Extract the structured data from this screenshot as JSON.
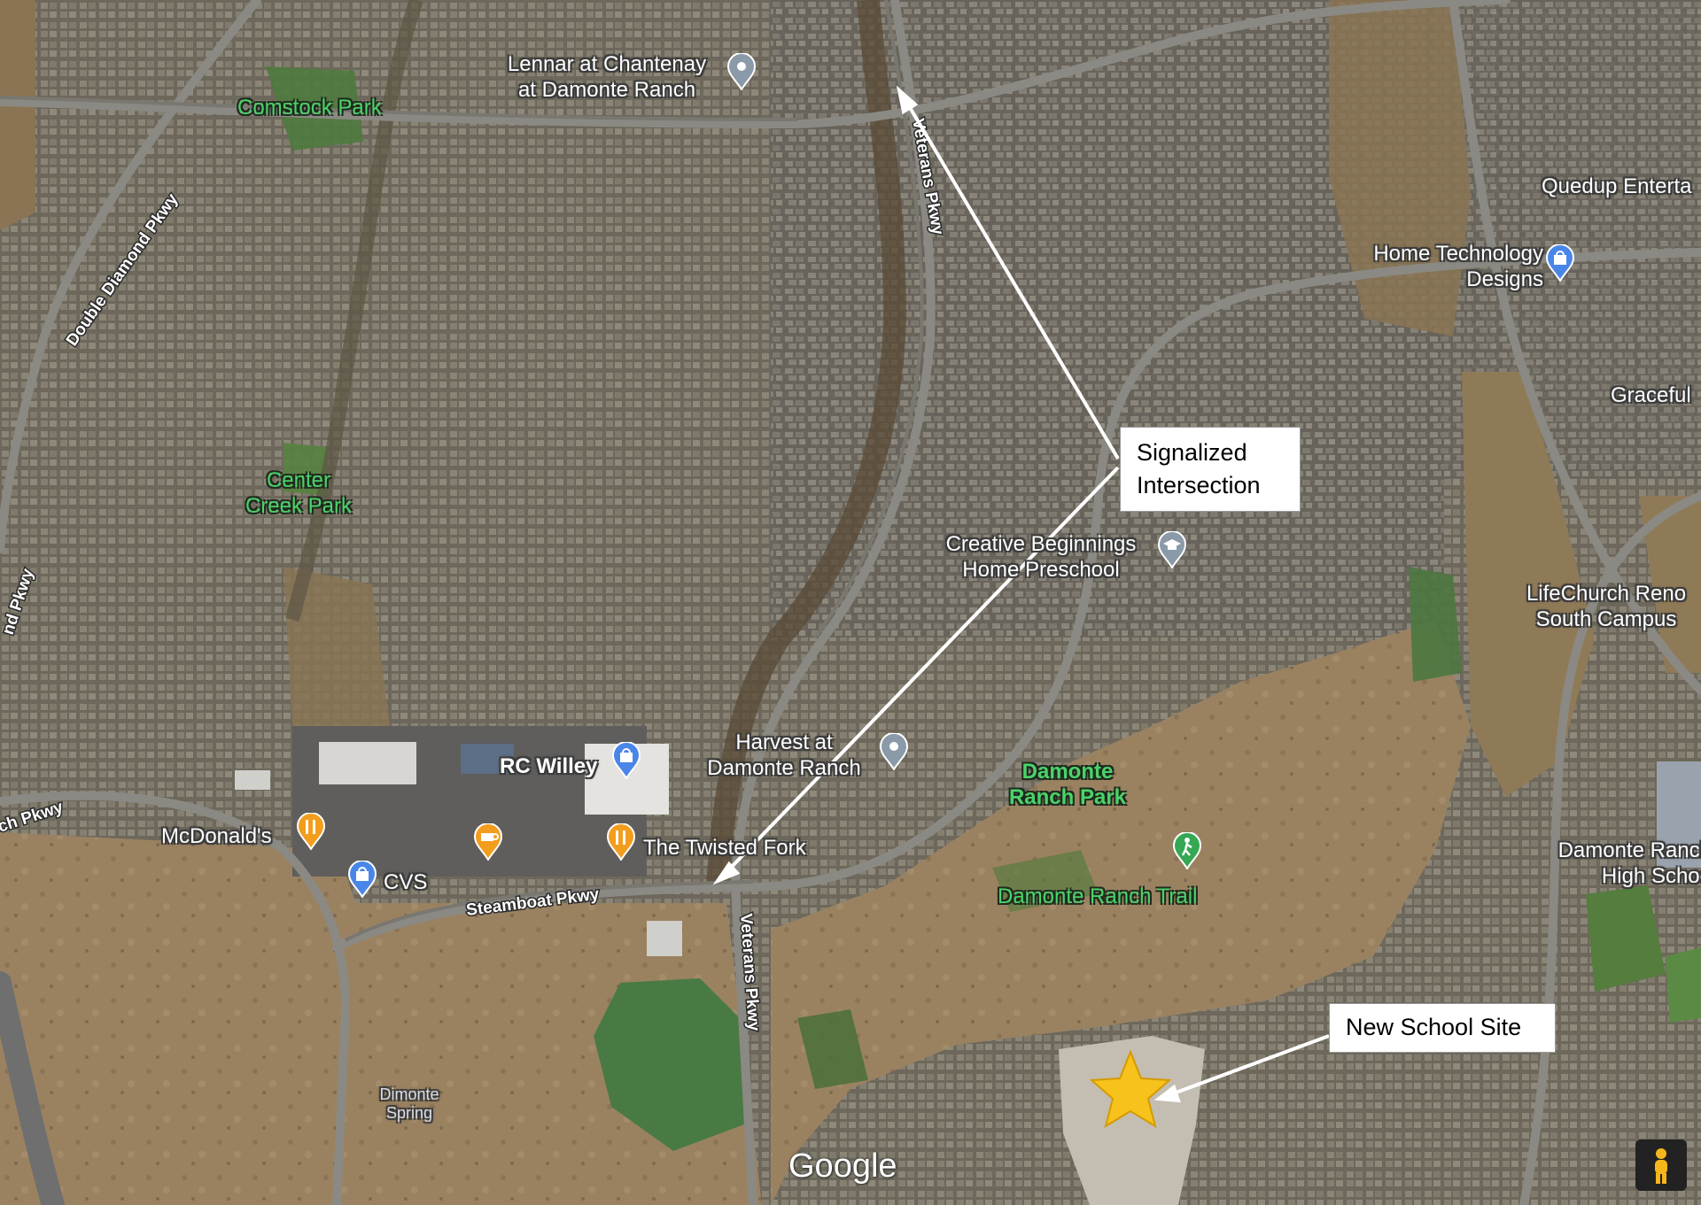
{
  "map": {
    "roads": {
      "double_diamond": "Double Diamond Pkwy",
      "veterans_north": "Veterans Pkwy",
      "veterans_south": "Veterans Pkwy",
      "steamboat": "Steamboat Pkwy",
      "left_edge_1": "nd Pkwy",
      "left_edge_2": "ch Pkwy"
    },
    "places": {
      "lennar": "Lennar at Chantenay\nat Damonte Ranch",
      "quedup": "Quedup Enterta",
      "home_tech": "Home Technology\nDesigns",
      "graceful": "Graceful",
      "creative": "Creative Beginnings\nHome Preschool",
      "lifechurch": "LifeChurch Reno\nSouth Campus",
      "harvest": "Harvest at\nDamonte Ranch",
      "rc_willey": "RC Willey",
      "mcdonalds": "McDonald's",
      "cvs": "CVS",
      "twisted_fork": "The Twisted Fork",
      "damonte_high": "Damonte Ranch\nHigh Schoo",
      "dimonte_spring": "Dimonte\nSpring"
    },
    "parks": {
      "comstock": "Comstock Park",
      "center_creek": "Center\nCreek Park",
      "damonte_park": "Damonte\nRanch Park",
      "damonte_trail": "Damonte Ranch Trail"
    },
    "callouts": {
      "signalized": "Signalized\nIntersection",
      "school": "New School Site"
    },
    "logo": "Google",
    "icons": {
      "location_pin": "location-pin-icon",
      "shopping_bag": "shopping-bag-icon",
      "restaurant": "restaurant-icon",
      "cafe": "coffee-cup-icon",
      "school": "graduation-cap-icon",
      "hiking": "hiking-icon",
      "star": "star-icon",
      "pegman": "pegman-icon"
    },
    "colors": {
      "residential": "#7b7566",
      "dry_land": "#9c8462",
      "grass": "#4f7a3e",
      "road": "#8c8a84",
      "pin_grey": "#8a9aa8",
      "pin_blue": "#4a86e8",
      "pin_orange": "#f29d1e",
      "pin_green": "#34a853",
      "star": "#f6c21b",
      "arrow": "#ffffff"
    }
  }
}
